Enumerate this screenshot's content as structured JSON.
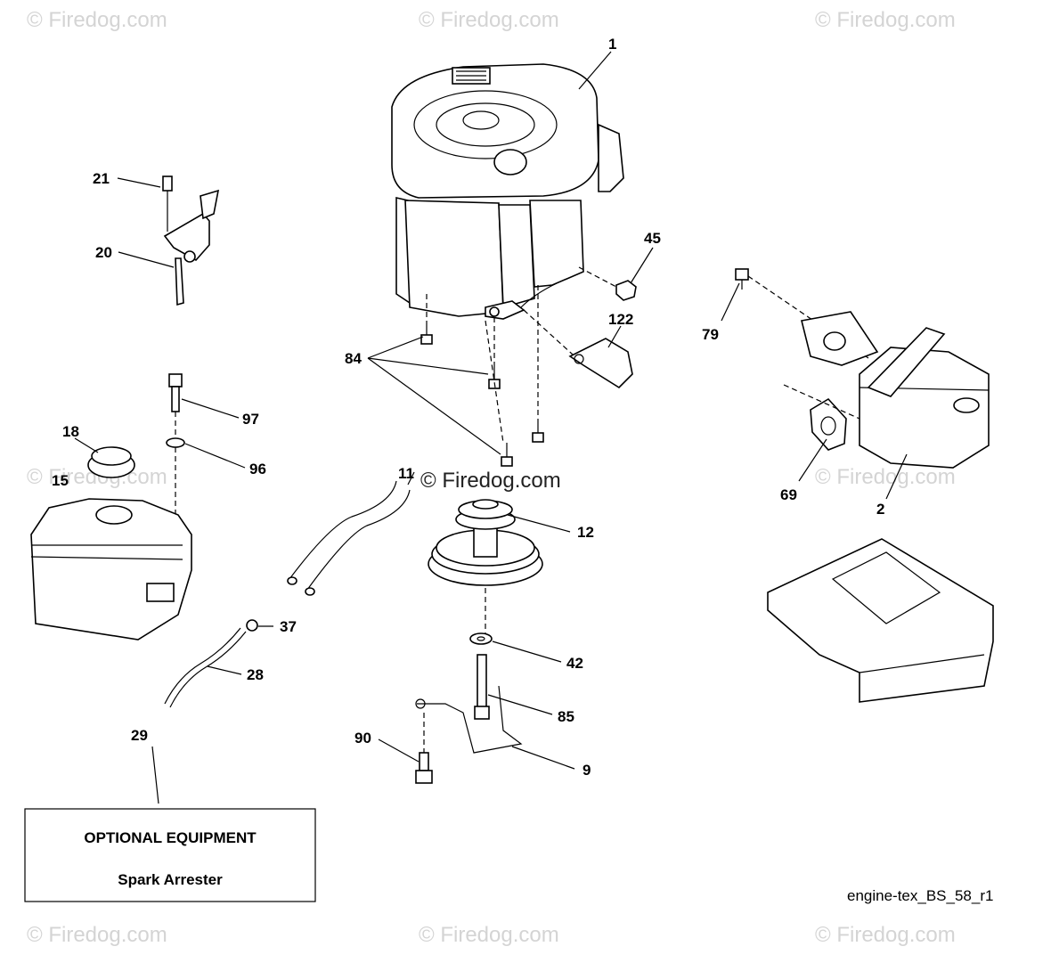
{
  "watermark": "© Firedog.com",
  "center_watermark": "© Firedog.com",
  "diagram_ref": "engine-tex_BS_58_r1",
  "optional_box": {
    "title": "OPTIONAL EQUIPMENT",
    "item": "Spark Arrester"
  },
  "callouts": {
    "c1": "1",
    "c2": "2",
    "c9": "9",
    "c11": "11",
    "c12": "12",
    "c15": "15",
    "c18": "18",
    "c20": "20",
    "c21": "21",
    "c28": "28",
    "c29": "29",
    "c37": "37",
    "c42": "42",
    "c45": "45",
    "c69": "69",
    "c79": "79",
    "c84": "84",
    "c85": "85",
    "c90": "90",
    "c96": "96",
    "c97": "97",
    "c122": "122"
  }
}
